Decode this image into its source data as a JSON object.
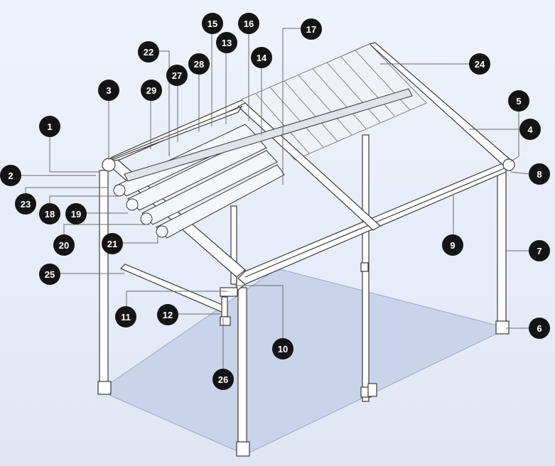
{
  "diagram": {
    "colors": {
      "background": "#e8edf8",
      "floor": "#c9d4ea",
      "frame": "#ffffff",
      "frame_stroke": "#3a3a3a",
      "roof_panel": "#e9edf2",
      "callout_fill": "#141414",
      "callout_text": "#ffffff",
      "leader_line": "#6b6b6b"
    },
    "callouts": [
      {
        "id": "1",
        "label": "1"
      },
      {
        "id": "2",
        "label": "2"
      },
      {
        "id": "3",
        "label": "3"
      },
      {
        "id": "4",
        "label": "4"
      },
      {
        "id": "5",
        "label": "5"
      },
      {
        "id": "6",
        "label": "6"
      },
      {
        "id": "7",
        "label": "7"
      },
      {
        "id": "8",
        "label": "8"
      },
      {
        "id": "9",
        "label": "9"
      },
      {
        "id": "10",
        "label": "10"
      },
      {
        "id": "11",
        "label": "11"
      },
      {
        "id": "12",
        "label": "12"
      },
      {
        "id": "13",
        "label": "13"
      },
      {
        "id": "14",
        "label": "14"
      },
      {
        "id": "15",
        "label": "15"
      },
      {
        "id": "16",
        "label": "16"
      },
      {
        "id": "17",
        "label": "17"
      },
      {
        "id": "18",
        "label": "18"
      },
      {
        "id": "19",
        "label": "19"
      },
      {
        "id": "20",
        "label": "20"
      },
      {
        "id": "21",
        "label": "21"
      },
      {
        "id": "22",
        "label": "22"
      },
      {
        "id": "23",
        "label": "23"
      },
      {
        "id": "24",
        "label": "24"
      },
      {
        "id": "25",
        "label": "25"
      },
      {
        "id": "26",
        "label": "26"
      },
      {
        "id": "27",
        "label": "27"
      },
      {
        "id": "28",
        "label": "28"
      },
      {
        "id": "29",
        "label": "29"
      }
    ]
  }
}
